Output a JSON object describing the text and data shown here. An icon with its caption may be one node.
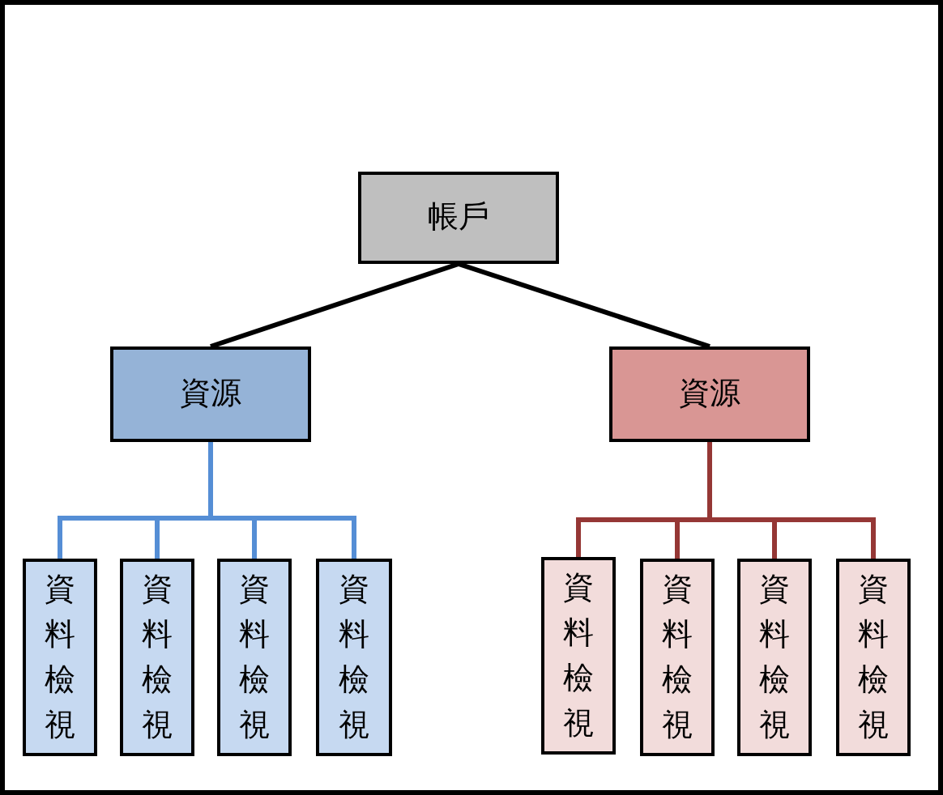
{
  "diagram": {
    "nodes": [
      {
        "text": [
          "帳戶"
        ]
      },
      {
        "text": [
          "資源"
        ]
      },
      {
        "text": [
          "資源"
        ]
      },
      {
        "text": [
          "資料檢視"
        ]
      },
      {
        "text": [
          "資料檢視"
        ]
      },
      {
        "text": [
          "資料檢視"
        ]
      },
      {
        "text": [
          "資料檢視"
        ]
      },
      {
        "text": [
          "資料檢視"
        ]
      },
      {
        "text": [
          "資料檢視"
        ]
      },
      {
        "text": [
          "資料檢視"
        ]
      },
      {
        "text": [
          "資料檢視"
        ]
      }
    ],
    "edges": [
      {
        "from": 0,
        "to": 1,
        "arrow": "none",
        "color": "#000000"
      },
      {
        "from": 0,
        "to": 2,
        "arrow": "none",
        "color": "#000000"
      },
      {
        "from": 1,
        "to": 3,
        "arrow": "none",
        "color": "#558ed5"
      },
      {
        "from": 1,
        "to": 4,
        "arrow": "none",
        "color": "#558ed5"
      },
      {
        "from": 1,
        "to": 5,
        "arrow": "none",
        "color": "#558ed5"
      },
      {
        "from": 1,
        "to": 6,
        "arrow": "none",
        "color": "#558ed5"
      },
      {
        "from": 2,
        "to": 7,
        "arrow": "none",
        "color": "#953735"
      },
      {
        "from": 2,
        "to": 8,
        "arrow": "none",
        "color": "#953735"
      },
      {
        "from": 2,
        "to": 9,
        "arrow": "none",
        "color": "#953735"
      },
      {
        "from": 2,
        "to": 10,
        "arrow": "none",
        "color": "#953735"
      }
    ]
  }
}
